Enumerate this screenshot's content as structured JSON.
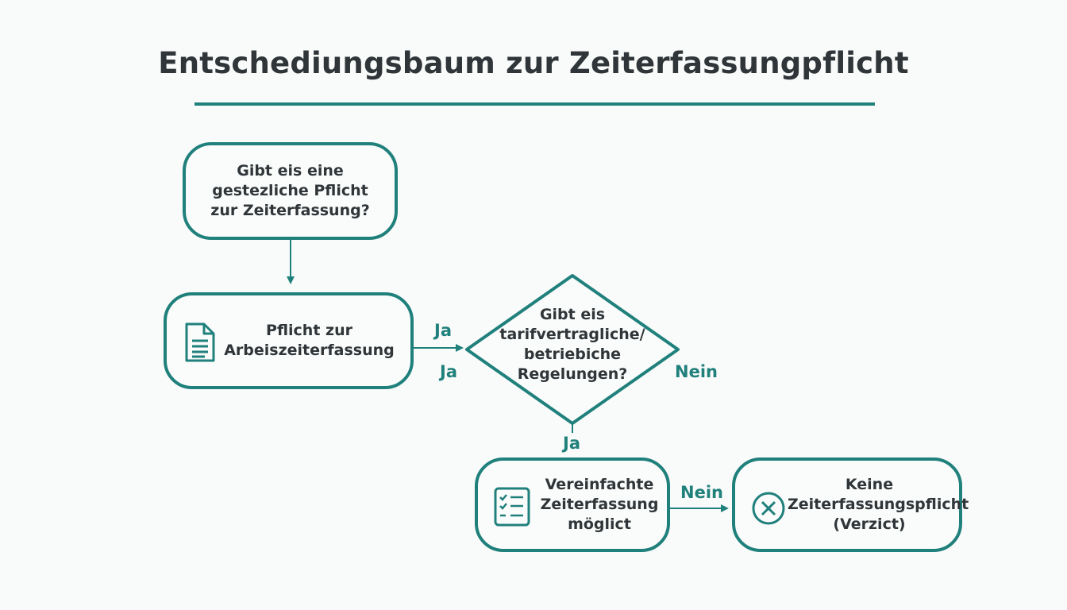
{
  "title": "Entschediungsbaum zur Zeiterfassungpflicht",
  "nodes": {
    "start": [
      "Gibt eis eine",
      "gestezliche Pflicht",
      "zur Zeiterfassung?"
    ],
    "duty": [
      "Pflicht zur",
      "Arbeiszeiterfassung"
    ],
    "decision": [
      "Gibt eis",
      "tarifvertragliche/",
      "betriebiche",
      "Regelungen?"
    ],
    "simplified": [
      "Vereinfachte",
      "Zeiterfassung",
      "möglict"
    ],
    "none": [
      "Keine",
      "Zeiterfassungspflicht",
      "(Verzict)"
    ]
  },
  "edge_labels": {
    "duty_to_decision_top": "Ja",
    "duty_to_decision_bottom": "Ja",
    "decision_no": "Nein",
    "decision_down": "Ja",
    "simplified_to_none": "Nein"
  },
  "icons": {
    "duty": "document-icon",
    "simplified": "checklist-icon",
    "none": "x-circle-icon"
  },
  "colors": {
    "accent": "#20807c",
    "text": "#2f3538",
    "background": "#f9fbfa"
  }
}
